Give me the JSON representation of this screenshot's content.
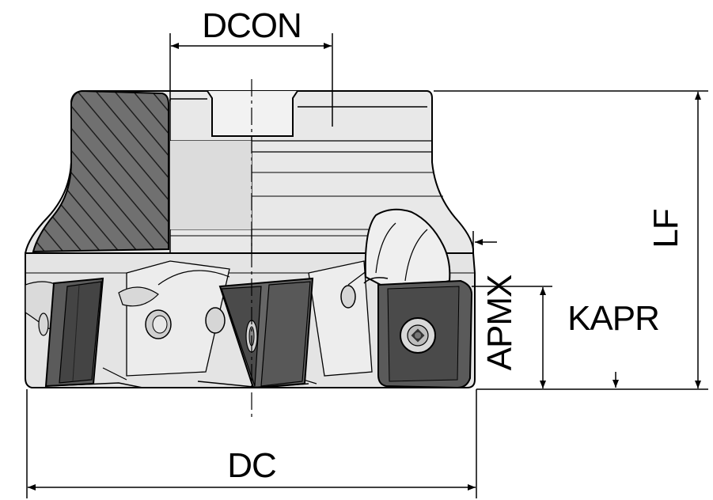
{
  "labels": {
    "dcon": "DCON",
    "lf": "LF",
    "apmx": "APMX",
    "kapr": "KAPR",
    "dc": "DC"
  },
  "colors": {
    "body": "#e6e6e6",
    "body_shade": "#d4d4d4",
    "hatch_bg": "#6b6b6b",
    "insert": "#5e5e5e",
    "insert_dark": "#3a3a3a",
    "line": "#000000"
  },
  "icons": {
    "screw": "torx-screw-icon",
    "arrow": "dimension-arrow-icon"
  }
}
